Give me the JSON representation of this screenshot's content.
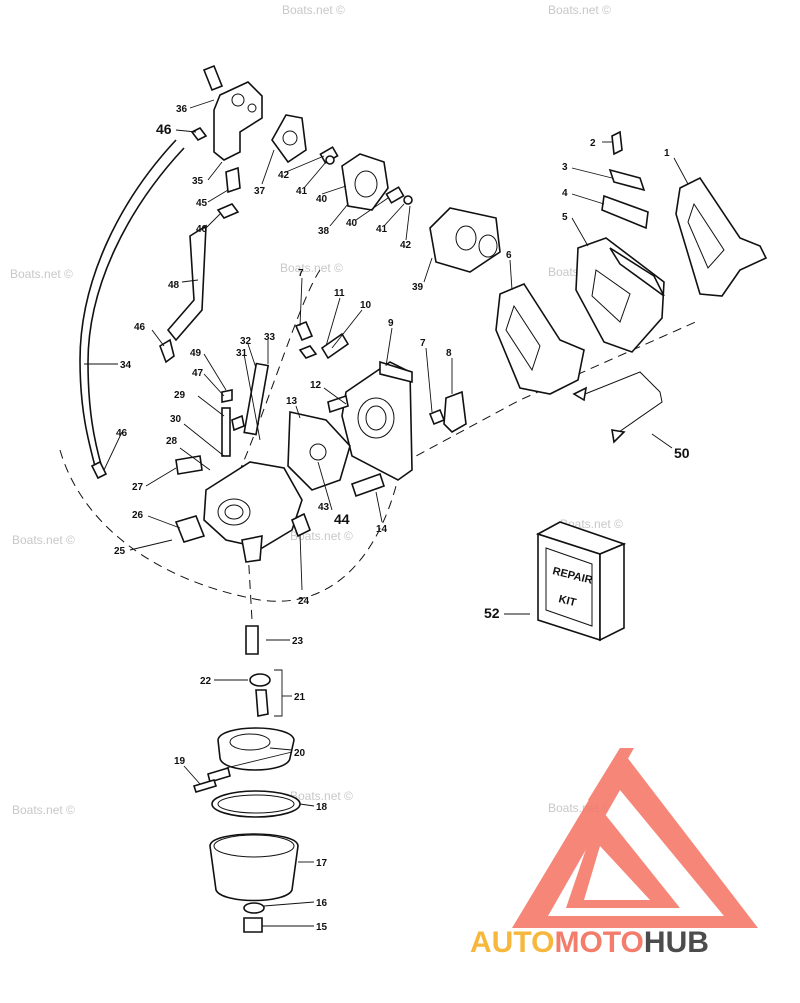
{
  "watermark": {
    "text": "Boats.net ©"
  },
  "callouts": [
    "1",
    "2",
    "3",
    "4",
    "5",
    "6",
    "7",
    "7",
    "8",
    "9",
    "10",
    "11",
    "12",
    "13",
    "14",
    "15",
    "16",
    "17",
    "18",
    "19",
    "20",
    "21",
    "22",
    "23",
    "24",
    "25",
    "26",
    "27",
    "28",
    "29",
    "30",
    "31",
    "32",
    "33",
    "34",
    "35",
    "36",
    "37",
    "38",
    "39",
    "40",
    "40",
    "41",
    "41",
    "42",
    "42",
    "43",
    "44",
    "45",
    "46",
    "46",
    "46",
    "46",
    "47",
    "48",
    "49",
    "50",
    "52"
  ],
  "repair_kit": {
    "line1": "REPAIR",
    "line2": "KIT"
  },
  "logo": {
    "part1": "AUTO",
    "part2": "MOTO",
    "part3": "HUB",
    "colors": {
      "auto": "#f6b73c",
      "moto": "#f37c6b",
      "hub": "#4c4c4c",
      "triangle": "#f47a6a"
    }
  }
}
